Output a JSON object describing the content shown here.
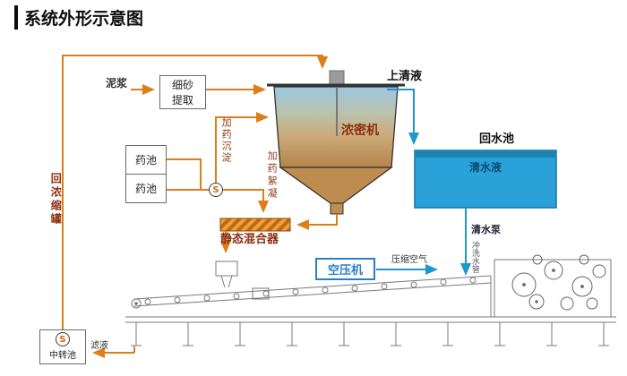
{
  "title": "系统外形示意图",
  "colors": {
    "pipe_orange": "#dd7e1a",
    "pipe_blue": "#2196cc",
    "pool_blue": "#2aa2d9",
    "process_label_red": "#8c2f0e",
    "compressor_blue": "#2a7fc9",
    "tank_gradient_top": "#9cc7e0",
    "tank_gradient_bottom": "#b5854a"
  },
  "icons": {
    "pump_glyph": "S"
  },
  "labels": {
    "mud": "泥浆",
    "sand_extractor": "细砂提取",
    "supernatant": "上清液",
    "thickener": "浓密机",
    "return_pool": "回水池",
    "clear_water": "清水液",
    "chem_tank_1": "药池",
    "chem_tank_2": "药池",
    "dose_settle": "加药沉淀",
    "dose_floc": "加药絮凝",
    "static_mixer": "静态混合器",
    "return_concentrate": "回浓缩罐",
    "clean_water_pump": "清水泵",
    "flush_pipe": "冲洗水管",
    "air_compressor": "空压机",
    "compressed_air": "压缩空气",
    "transfer_pool": "中转池",
    "filtrate": "滤液"
  }
}
